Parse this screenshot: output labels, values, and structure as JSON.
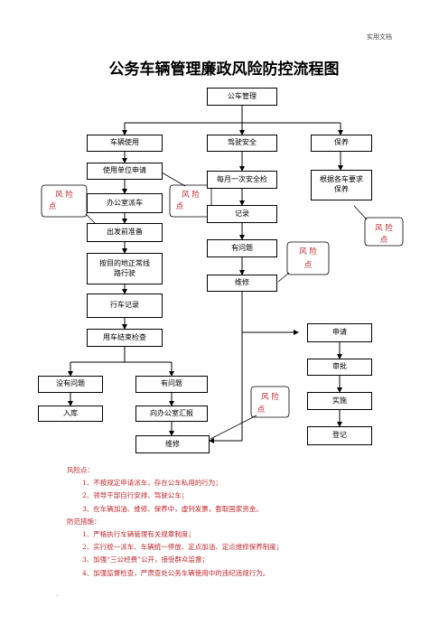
{
  "header_note": "实用文档",
  "title": "公务车辆管理廉政风险防控流程图",
  "boxes": {
    "root": "公车管理",
    "usage": "车辆使用",
    "safety": "驾驶安全",
    "maintenance": "保养",
    "apply": "使用单位申请",
    "dispatch": "办公室派车",
    "prepare": "出发前准备",
    "route": "按目的地正常线\n路行驶",
    "log": "行车记录",
    "inspect": "用车结束检查",
    "no_issue": "没有问题",
    "has_issue": "有问题",
    "store": "入库",
    "report": "向办公室汇报",
    "repair_left": "维修",
    "monthly_check": "每月一次安全检",
    "record": "记录",
    "problem": "有问题",
    "repair_mid": "维修",
    "per_requirement": "根据各车要求\n保养",
    "request": "申请",
    "approve": "审批",
    "implement": "实施",
    "register": "登记"
  },
  "risk_label": [
    "风 险",
    "点"
  ],
  "notes": {
    "risk_title": "风险点：",
    "risks": [
      "1、不按规定申请派车，存在公车私用的行为；",
      "2、领导干部自行安排、驾驶公车；",
      "3、在车辆加油、维修、保养中，虚列发票，套取国家资金。"
    ],
    "measures_title": "防范措施：",
    "measures": [
      "1、严格执行车辆管理有关规章制度；",
      "2、实行统一派车、车辆统一停放、定点加油、定点维修保养制度；",
      "3、加强“三公经费”公开，接受群众监督；",
      "4、加强监督检查，严肃查处公务车辆使用中的违纪违规行为。"
    ]
  },
  "footer_mark": "."
}
